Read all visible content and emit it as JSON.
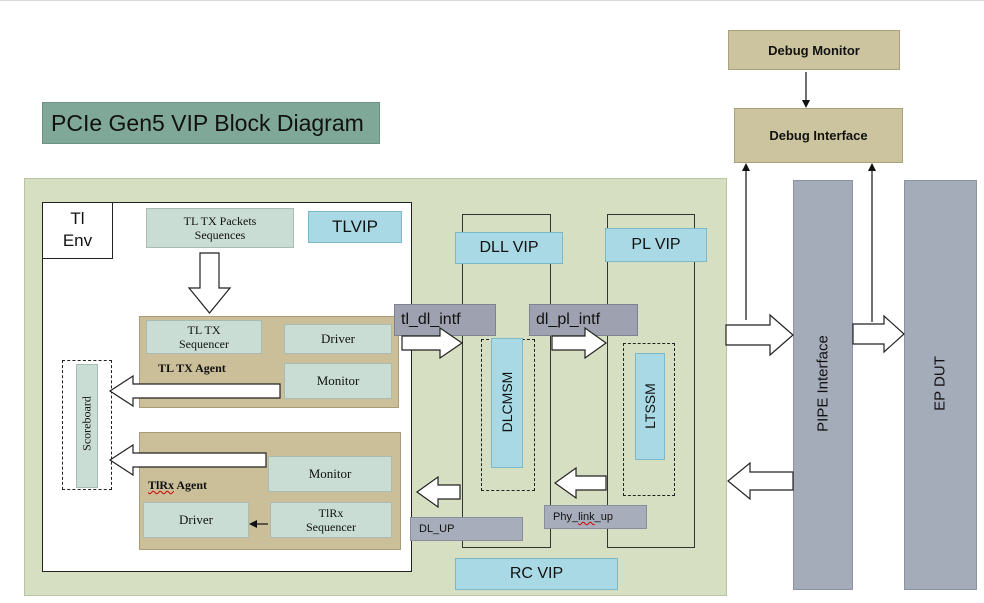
{
  "title": "PCIe Gen5 VIP Block Diagram",
  "tl_env": {
    "label_line1": "Tl",
    "label_line2": "Env"
  },
  "tl_tx_packets": {
    "line1": "TL TX Packets",
    "line2": "Sequences"
  },
  "tlvip": "TLVIP",
  "tl_tx_agent": {
    "label": "TL TX Agent",
    "sequencer_line1": "TL TX",
    "sequencer_line2": "Sequencer",
    "driver": "Driver",
    "monitor": "Monitor"
  },
  "tl_rx_agent": {
    "label_prefix": "TlRx",
    "label_suffix": " Agent",
    "monitor": "Monitor",
    "driver": "Driver",
    "sequencer_line1": "TlRx",
    "sequencer_line2": "Sequencer"
  },
  "scoreboard": "Scoreboard",
  "dll_vip": "DLL VIP",
  "pl_vip": "PL VIP",
  "tl_dl_intf": "tl_dl_intf",
  "dl_pl_intf": "dl_pl_intf",
  "dlcmsm": "DLCMSM",
  "ltssm": "LTSSM",
  "dl_up": "DL_UP",
  "phy_link_up": {
    "part1": "Phy_ ",
    "part2": "link",
    "part3": "_up"
  },
  "rc_vip": "RC VIP",
  "debug_monitor": "Debug Monitor",
  "debug_interface": "Debug Interface",
  "pipe_interface": "PIPE Interface",
  "ep_dut": "EP DUT"
}
